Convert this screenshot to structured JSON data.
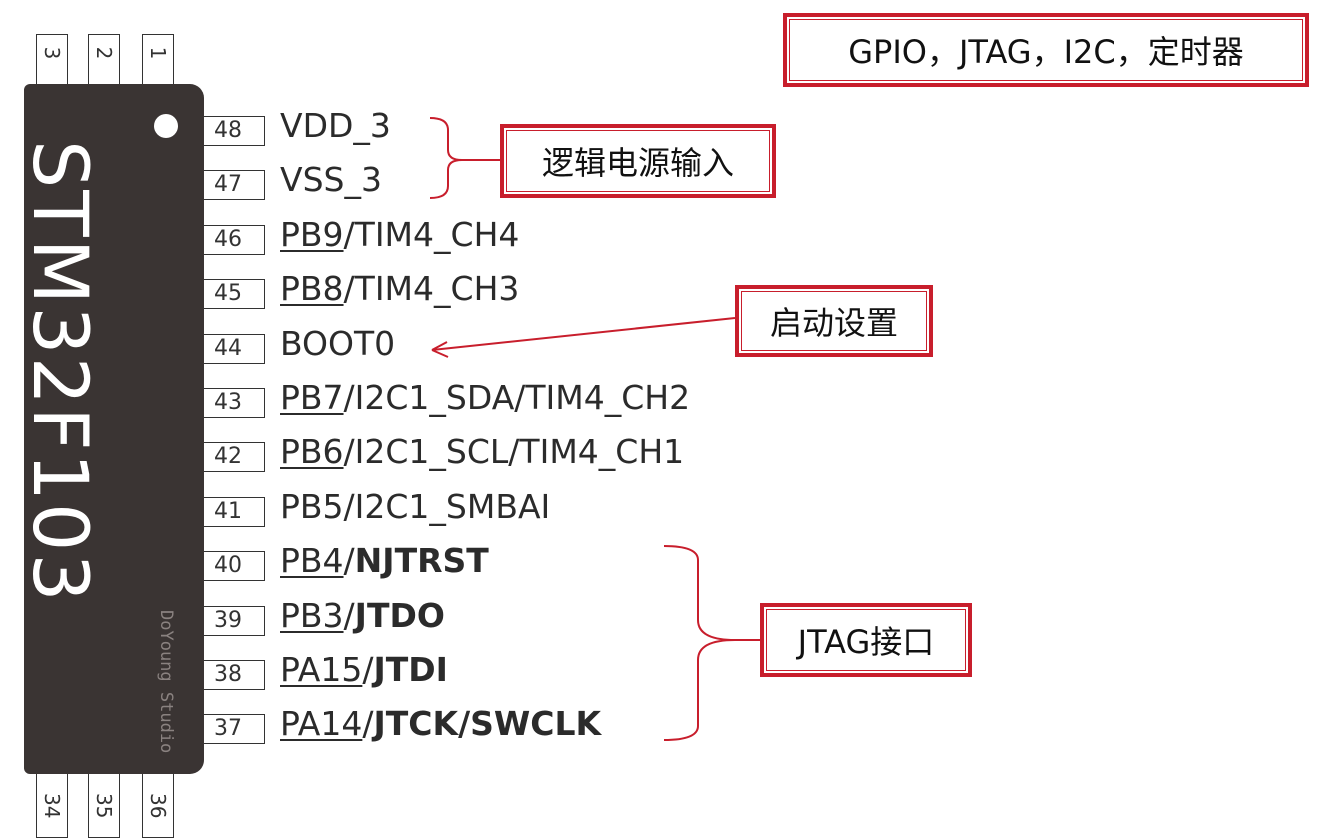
{
  "chip": {
    "name": "STM32F103",
    "brand": "DoYoung Studio"
  },
  "top_pins": [
    "3",
    "2",
    "1"
  ],
  "bottom_pins": [
    "34",
    "35",
    "36"
  ],
  "pins": [
    {
      "num": "48",
      "parts": [
        {
          "t": "VDD_3",
          "u": false,
          "b": false
        }
      ]
    },
    {
      "num": "47",
      "parts": [
        {
          "t": "VSS_3",
          "u": false,
          "b": false
        }
      ]
    },
    {
      "num": "46",
      "parts": [
        {
          "t": "PB9",
          "u": true,
          "b": false
        },
        {
          "t": "/TIM4_CH4",
          "u": false,
          "b": false
        }
      ]
    },
    {
      "num": "45",
      "parts": [
        {
          "t": "PB8",
          "u": true,
          "b": false
        },
        {
          "t": "/TIM4_CH3",
          "u": false,
          "b": false
        }
      ]
    },
    {
      "num": "44",
      "parts": [
        {
          "t": "BOOT0",
          "u": false,
          "b": false
        }
      ]
    },
    {
      "num": "43",
      "parts": [
        {
          "t": "PB7",
          "u": true,
          "b": false
        },
        {
          "t": "/I2C1_SDA/TIM4_CH2",
          "u": false,
          "b": false
        }
      ]
    },
    {
      "num": "42",
      "parts": [
        {
          "t": "PB6",
          "u": true,
          "b": false
        },
        {
          "t": "/I2C1_SCL/TIM4_CH1",
          "u": false,
          "b": false
        }
      ]
    },
    {
      "num": "41",
      "parts": [
        {
          "t": "PB5/I2C1_SMBAI",
          "u": false,
          "b": false
        }
      ]
    },
    {
      "num": "40",
      "parts": [
        {
          "t": "PB4",
          "u": true,
          "b": false
        },
        {
          "t": "/",
          "u": false,
          "b": false
        },
        {
          "t": "NJTRST",
          "u": false,
          "b": true
        }
      ]
    },
    {
      "num": "39",
      "parts": [
        {
          "t": "PB3",
          "u": true,
          "b": false
        },
        {
          "t": "/",
          "u": false,
          "b": false
        },
        {
          "t": "JTDO",
          "u": false,
          "b": true
        }
      ]
    },
    {
      "num": "38",
      "parts": [
        {
          "t": "PA15",
          "u": true,
          "b": false
        },
        {
          "t": "/",
          "u": false,
          "b": false
        },
        {
          "t": "JTDI",
          "u": false,
          "b": true
        }
      ]
    },
    {
      "num": "37",
      "parts": [
        {
          "t": "PA14",
          "u": true,
          "b": false
        },
        {
          "t": "/",
          "u": false,
          "b": false
        },
        {
          "t": "JTCK/SWCLK",
          "u": false,
          "b": true
        }
      ]
    }
  ],
  "annotations": {
    "header": "GPIO，JTAG，I2C，定时器",
    "power": "逻辑电源输入",
    "boot": "启动设置",
    "jtag": "JTAG接口"
  },
  "colors": {
    "chip": "#3a3433",
    "accent": "#c81e2c"
  }
}
